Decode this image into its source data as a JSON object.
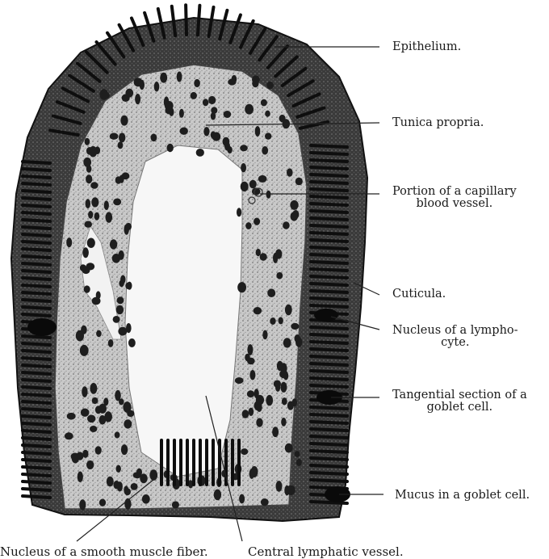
{
  "labels": {
    "epithelium": "Epithelium.",
    "tunica_propria": "Tunica propria.",
    "capillary_line1": "Portion of a capillary",
    "capillary_line2": "blood vessel.",
    "cuticula": "Cuticula.",
    "lymphocyte_line1": "Nucleus of a lympho-",
    "lymphocyte_line2": "cyte.",
    "tangential_line1": "Tangential section of a",
    "tangential_line2": "goblet cell.",
    "mucus": "Mucus in a goblet cell.",
    "muscle": "Nucleus of a smooth muscle fiber.",
    "central": "Central lymphatic vessel."
  },
  "colors": {
    "ink": "#1a1a1a",
    "epithelium_dark": "#2b2b2b",
    "propria_bg": "#d9d9d9",
    "lumen": "#f7f7f7"
  }
}
